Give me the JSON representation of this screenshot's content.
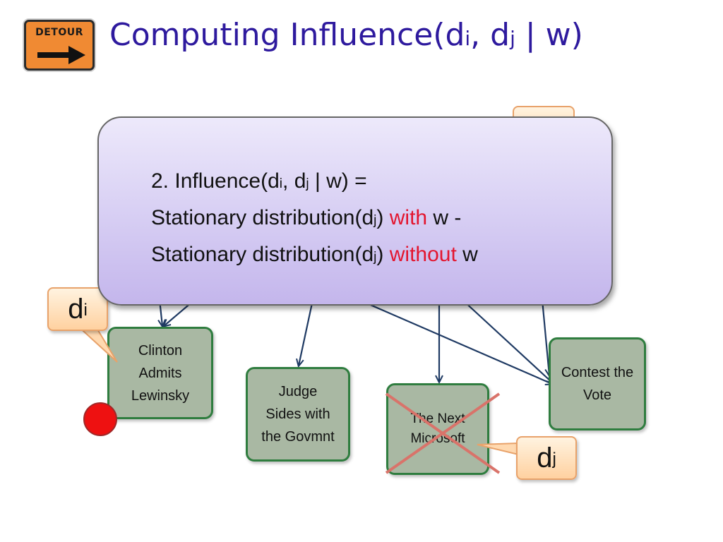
{
  "header": {
    "logo_text": "DETOUR",
    "title_main": "Computing Influence(d",
    "title_sub_i": "i",
    "title_mid": ", d",
    "title_sub_j": "j",
    "title_end": " | w)"
  },
  "overlay": {
    "line1_a": "2. Influence(d",
    "line1_sub_i": "i",
    "line1_b": ", d",
    "line1_sub_j": "j",
    "line1_c": " | w) =",
    "line2_a": "Stationary distribution(d",
    "line2_sub_j": "j",
    "line2_b": ") ",
    "line2_highlight": "with",
    "line2_c": " w -",
    "line3_a": "Stationary distribution(d",
    "line3_sub_j": "j",
    "line3_b": ") ",
    "line3_highlight": "without",
    "line3_c": " w",
    "highlight_color": "#e3162f"
  },
  "nodes": {
    "clinton": "Clinton Admits Lewinsky",
    "judge": "Judge Sides with the Govmnt",
    "microsoft": "The Next Microsoft",
    "contest": "Contest the Vote"
  },
  "callouts": {
    "di_base": "d",
    "di_sub": "i",
    "dj_base": "d",
    "dj_sub": "j"
  },
  "colors": {
    "title": "#2e1a9e",
    "node_fill": "#a9b8a3",
    "node_border": "#2f7d3f",
    "edge": "#1f3a63",
    "cross": "#d9736a",
    "marker": "#ee1111"
  }
}
